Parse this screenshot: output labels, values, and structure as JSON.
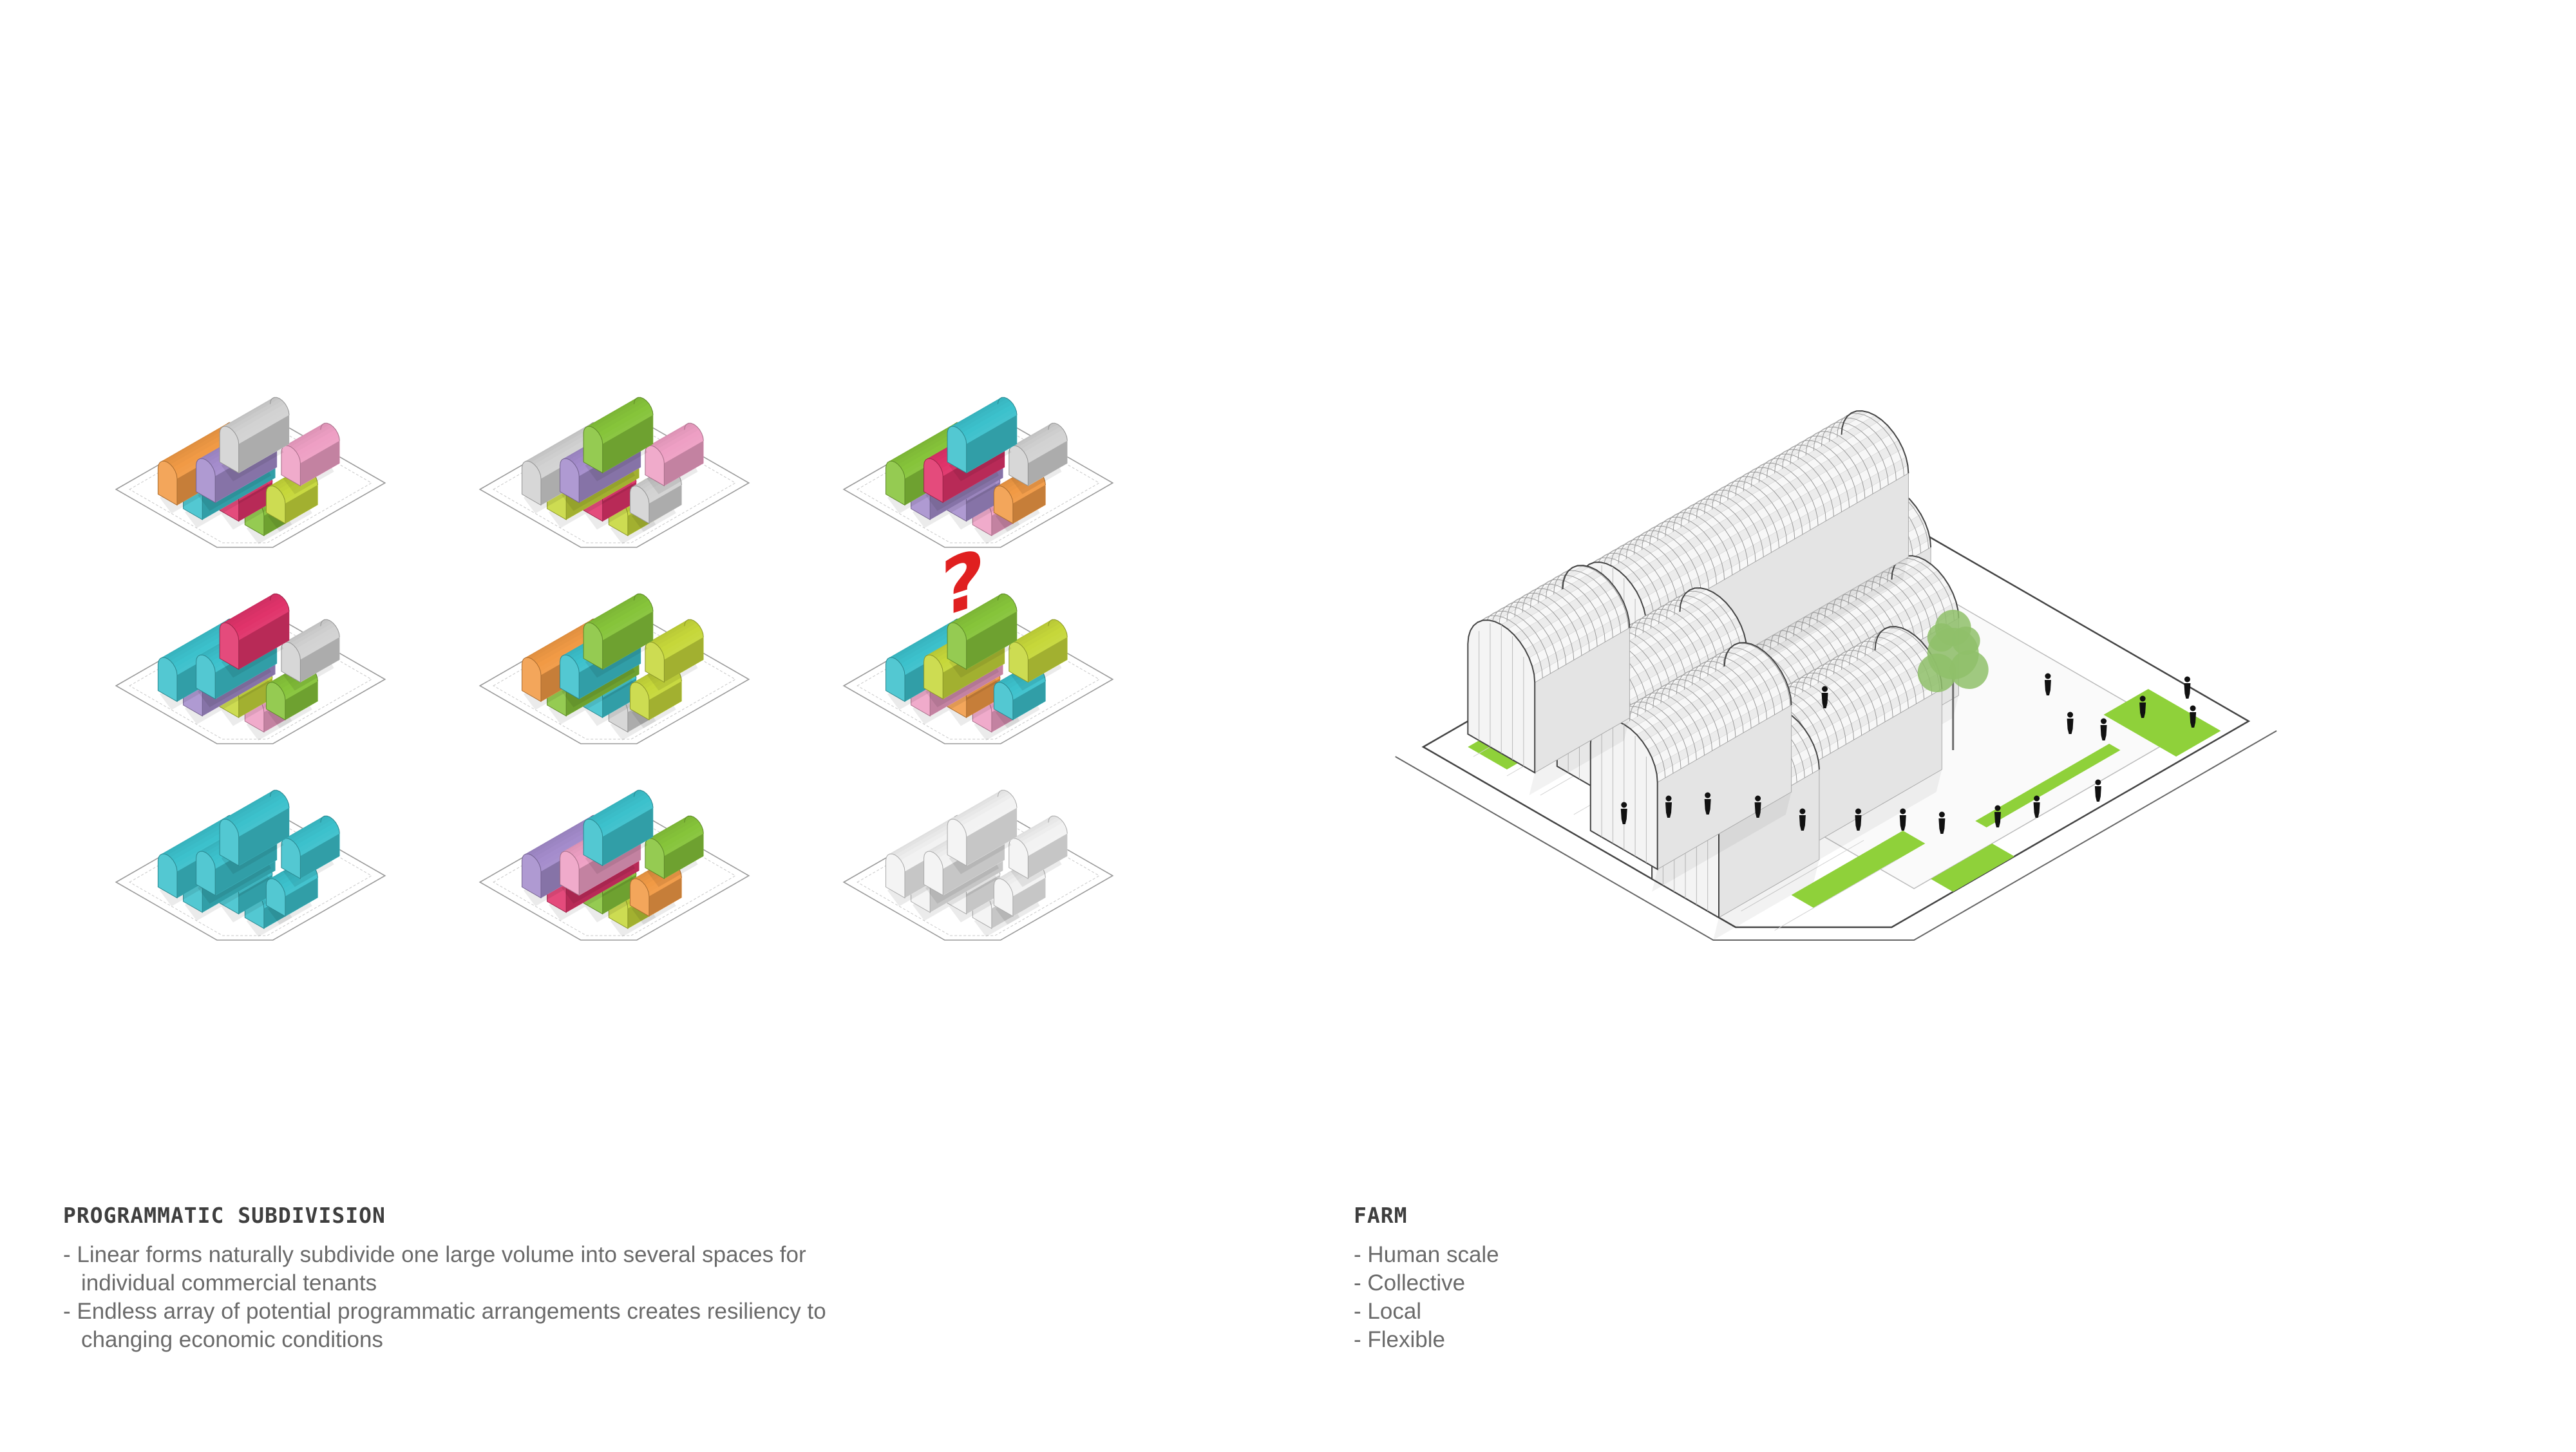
{
  "captions": {
    "left": {
      "heading": "PROGRAMMATIC SUBDIVISION",
      "items": [
        "Linear forms naturally subdivide one large volume into several spaces for individual commercial tenants",
        "Endless array of potential programmatic arrangements creates resiliency to changing economic conditions"
      ]
    },
    "right": {
      "heading": "FARM",
      "items": [
        "Human scale",
        "Collective",
        "Local",
        "Flexible"
      ]
    }
  },
  "unknown_arrangement_mark": "?",
  "palette": {
    "green": "#86c43a",
    "cyan": "#3cc1cc",
    "magenta": "#e0336a",
    "orange": "#f19a45",
    "lime": "#c6d73a",
    "purple": "#a48ccc",
    "pink": "#ee9fc4",
    "grey": "#d2d2d2",
    "white": "#f2f2f2",
    "lawn": "#8fd13a",
    "question": "#e02020"
  },
  "arrangements": [
    [
      "green",
      "cyan",
      "magenta",
      "orange",
      "lime",
      "purple",
      "pink",
      "grey"
    ],
    [
      "lime",
      "lime",
      "magenta",
      "grey",
      "grey",
      "purple",
      "pink",
      "green"
    ],
    [
      "pink",
      "purple",
      "purple",
      "green",
      "orange",
      "magenta",
      "grey",
      "cyan"
    ],
    [
      "pink",
      "purple",
      "lime",
      "cyan",
      "green",
      "cyan",
      "grey",
      "magenta"
    ],
    [
      "grey",
      "green",
      "cyan",
      "orange",
      "lime",
      "cyan",
      "lime",
      "green"
    ],
    [
      "pink",
      "pink",
      "orange",
      "cyan",
      "cyan",
      "lime",
      "lime",
      "green"
    ],
    [
      "cyan",
      "cyan",
      "cyan",
      "cyan",
      "cyan",
      "cyan",
      "cyan",
      "cyan"
    ],
    [
      "lime",
      "magenta",
      "green",
      "purple",
      "orange",
      "pink",
      "green",
      "cyan"
    ],
    [
      "white",
      "white",
      "white",
      "white",
      "white",
      "white",
      "white",
      "white"
    ]
  ]
}
